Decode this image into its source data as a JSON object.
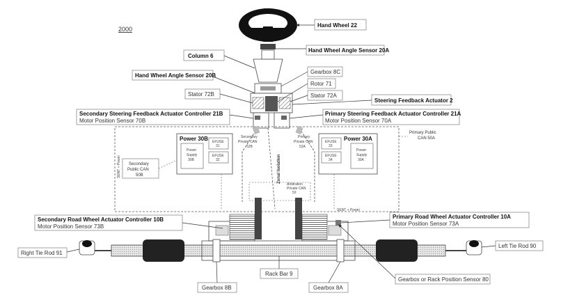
{
  "figure_number": "2000",
  "labels": {
    "hand_wheel": "Hand Wheel 22",
    "hw_sensor_a": "Hand Wheel Angle Sensor 20A",
    "column": "Column 6",
    "hw_sensor_b": "Hand Wheel Angle Sensor 20B",
    "gearbox_8c": "Gearbox 8C",
    "rotor": "Rotor 71",
    "stator_72b": "Stator 72B",
    "stator_72a": "Stator 72A",
    "steering_fb_actuator": "Steering Feedback Actuator 2",
    "secondary_sfac": "Secondary Steering Feedback Actuator Controller 21B",
    "mps_70b": "Motor Position Sensor 70B",
    "primary_sfac": "Primary Steering Feedback Actuator Controller 21A",
    "mps_70a": "Motor Position Sensor 70A",
    "primary_public_can": "Primary Public",
    "primary_public_can_id": "CAN 50A",
    "power_30b": "Power 30B",
    "power_30a": "Power 30A",
    "power_supply_30b_1": "Power",
    "power_supply_30b_2": "Supply",
    "power_supply_30b_3": "30B",
    "power_supply_30a_1": "Power",
    "power_supply_30a_2": "Supply",
    "power_supply_30a_3": "30A",
    "efuse_31_1": "EFUSE",
    "efuse_31_2": "31",
    "efuse_32_1": "EFUSE",
    "efuse_32_2": "32",
    "efuse_33_1": "EFUSE",
    "efuse_33_2": "33",
    "efuse_34_1": "EFUSE",
    "efuse_34_2": "34",
    "secondary_private_can_1": "Secondary",
    "secondary_private_can_2": "Private CAN",
    "secondary_private_can_3": "52B",
    "primary_private_can_1": "Primary",
    "primary_private_can_2": "Private CAN",
    "primary_private_can_3": "52A",
    "zonal_isolation": "Zonal Isolation",
    "secondary_public_can_1": "Secondary",
    "secondary_public_can_2": "Public CAN",
    "secondary_public_can_3": "50B",
    "arbitration_can_1": "Arbitration",
    "arbitration_can_2": "Private CAN",
    "arbitration_can_3": "53",
    "sent_power": "SENT + Power",
    "sent_power_right": "SENT + Power",
    "secondary_rwac": "Secondary Road Wheel Actuator Controller 10B",
    "mps_73b": "Motor Position Sensor 73B",
    "primary_rwac": "Primary Road Wheel Actuator Controller 10A",
    "mps_73a": "Motor Position Sensor 73A",
    "right_tie_rod": "Right Tie Rod 91",
    "left_tie_rod": "Left Tie Rod 90",
    "rack_bar": "Rack Bar 9",
    "gearbox_8b": "Gearbox 8B",
    "gearbox_8a": "Gearbox 8A",
    "gearbox_rack_sensor": "Gearbox or Rack Position Sensor 80"
  }
}
